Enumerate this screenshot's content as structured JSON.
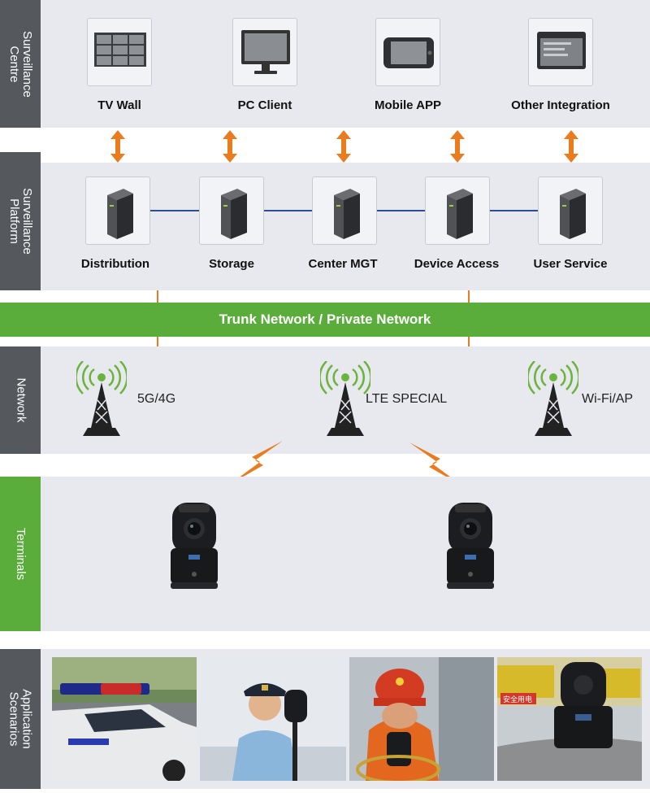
{
  "sections": {
    "surveillance_centre": "Surveillance\nCentre",
    "surveillance_platform": "Surveillance\nPlatform",
    "network": "Network",
    "terminals": "Terminals",
    "application_scenarios": "Application\nScenarios"
  },
  "centre_items": [
    {
      "label": "TV Wall",
      "icon": "tv-wall-icon"
    },
    {
      "label": "PC Client",
      "icon": "monitor-icon"
    },
    {
      "label": "Mobile APP",
      "icon": "phone-icon"
    },
    {
      "label": "Other Integration",
      "icon": "integration-panel-icon"
    }
  ],
  "platform_items": [
    {
      "label": "Distribution",
      "icon": "server-icon"
    },
    {
      "label": "Storage",
      "icon": "server-icon"
    },
    {
      "label": "Center MGT",
      "icon": "server-icon"
    },
    {
      "label": "Device Access",
      "icon": "server-icon"
    },
    {
      "label": "User Service",
      "icon": "server-icon"
    }
  ],
  "trunk": "Trunk Network / Private Network",
  "network_items": [
    "5G/4G",
    "LTE SPECIAL",
    "Wi-Fi/AP"
  ],
  "photo_tags": {
    "truck_banner": "安全用电"
  },
  "colors": {
    "green": "#5aad3a",
    "gray": "#55585d",
    "orange": "#e87c1f",
    "band": "#e8e9ef",
    "link": "#2a4f9a"
  }
}
